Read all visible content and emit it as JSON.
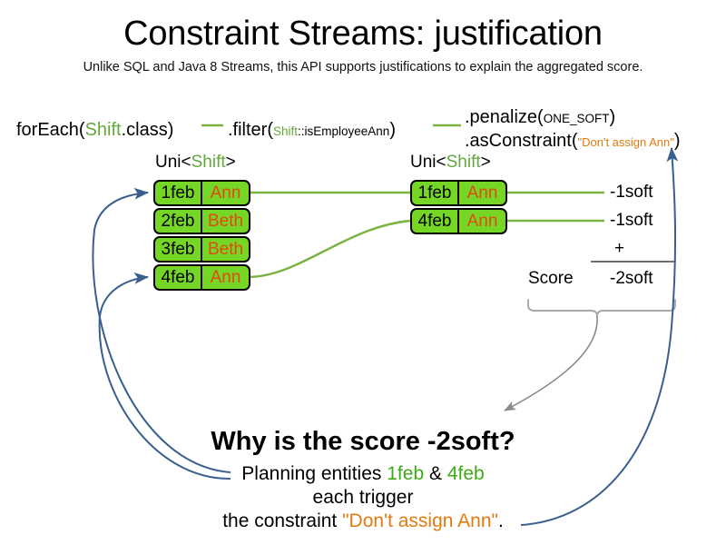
{
  "header": {
    "title": "Constraint Streams: justification",
    "subtitle": "Unlike SQL and Java 8 Streams, this API supports justifications to explain the aggregated score."
  },
  "code_line": {
    "foreach": {
      "prefix": "forEach(",
      "type": "Shift",
      "suffix": ".class)"
    },
    "filter": {
      "prefix": ".filter(",
      "type": "Shift",
      "method": "::isEmployeeAnn",
      "suffix": ")"
    },
    "penalize": {
      "prefix": ".penalize(",
      "constant": "ONE_SOFT",
      "suffix": ")"
    },
    "as_constraint": {
      "prefix": ".asConstraint(",
      "constraint_name": "\"Don't assign Ann\"",
      "suffix": ")"
    }
  },
  "streams": {
    "left": {
      "type_label_prefix": "Uni<",
      "type_label_type": "Shift",
      "type_label_suffix": ">",
      "rows": [
        {
          "date": "1feb",
          "employee": "Ann"
        },
        {
          "date": "2feb",
          "employee": "Beth"
        },
        {
          "date": "3feb",
          "employee": "Beth"
        },
        {
          "date": "4feb",
          "employee": "Ann"
        }
      ]
    },
    "right": {
      "type_label_prefix": "Uni<",
      "type_label_type": "Shift",
      "type_label_suffix": ">",
      "rows": [
        {
          "date": "1feb",
          "employee": "Ann",
          "score": "-1soft"
        },
        {
          "date": "4feb",
          "employee": "Ann",
          "score": "-1soft"
        }
      ]
    }
  },
  "score_block": {
    "plus": "+",
    "label": "Score",
    "total": "-2soft"
  },
  "explanation": {
    "heading": "Why is the score -2soft?",
    "line1_prefix": "Planning entities ",
    "line1_entity_a": "1feb",
    "line1_amp": " & ",
    "line1_entity_b": "4feb",
    "line2": "each trigger",
    "line3_prefix": "the constraint ",
    "line3_constraint": "\"Don't assign Ann\"",
    "line3_suffix": "."
  },
  "colors": {
    "shift_box_fill": "#76d626",
    "shift_box_border": "#000000",
    "employee_text": "#e24a12",
    "type_green": "#64a83c",
    "constraint_orange": "#e07b10",
    "entity_green": "#3faa16",
    "flow_line_green": "#7cb342",
    "justification_arrow_blue": "#3a5f8f",
    "brace_gray": "#999999"
  }
}
